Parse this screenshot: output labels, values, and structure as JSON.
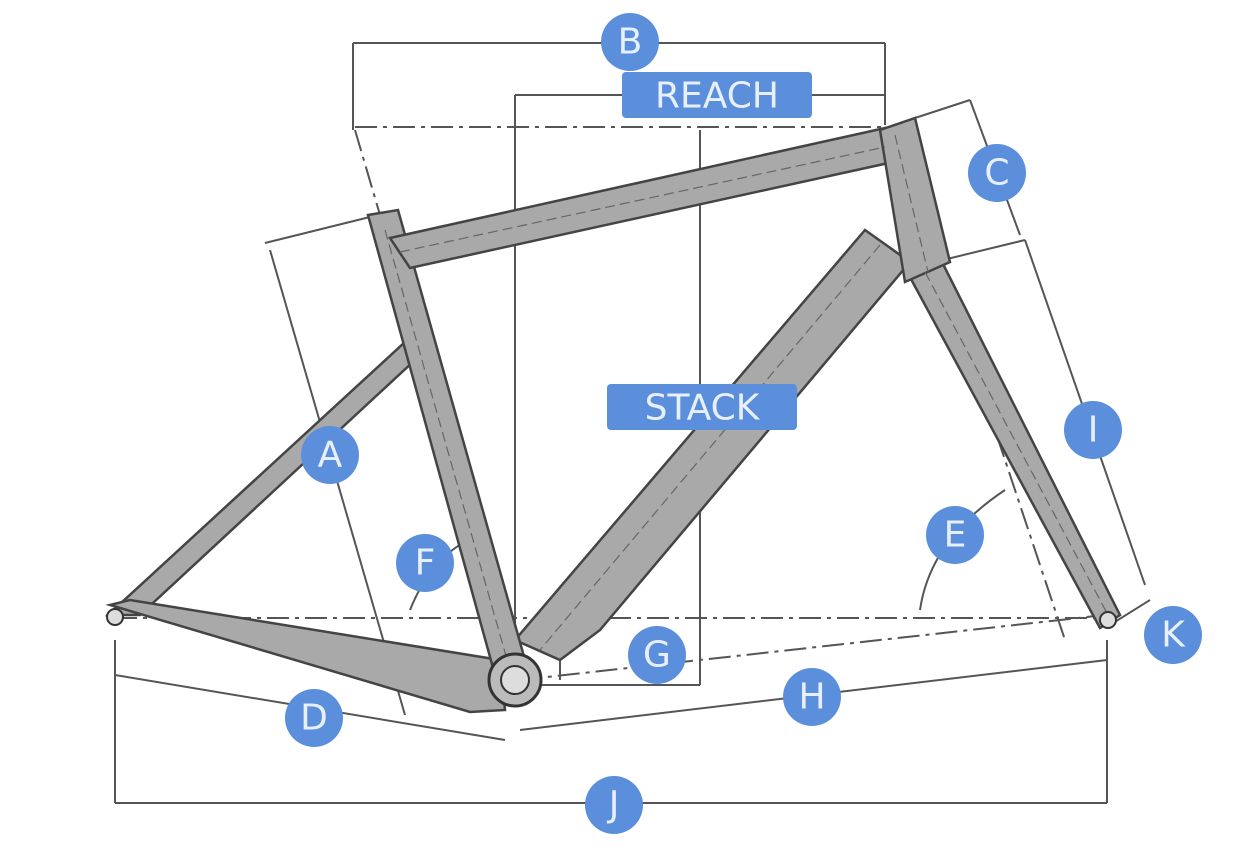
{
  "diagram": {
    "accent_color": "#5b8fdc",
    "labels": {
      "b": "B",
      "reach": "REACH",
      "c": "C",
      "stack": "STACK",
      "a": "A",
      "f": "F",
      "i": "I",
      "e": "E",
      "g": "G",
      "k": "K",
      "h": "H",
      "d": "D",
      "j": "J"
    }
  }
}
